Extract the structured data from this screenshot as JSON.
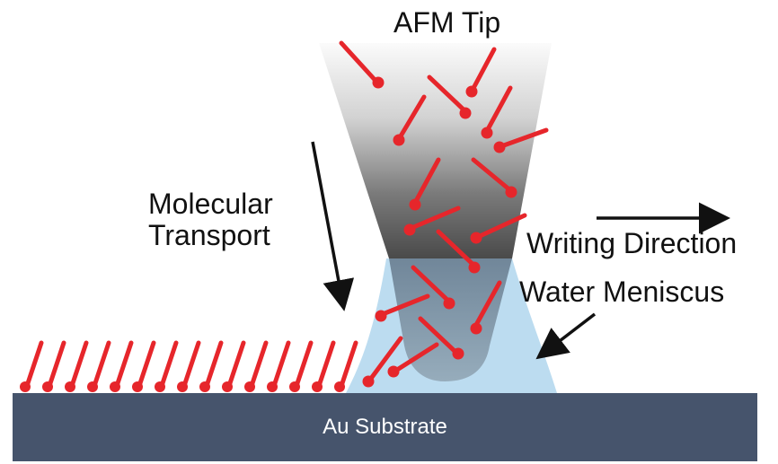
{
  "labels": {
    "afm_tip": "AFM Tip",
    "molecular_transport_line1": "Molecular",
    "molecular_transport_line2": "Transport",
    "writing_direction": "Writing Direction",
    "water_meniscus": "Water Meniscus",
    "substrate": "Au Substrate"
  },
  "colors": {
    "molecule": "#e6262b",
    "substrate": "#46546c",
    "meniscus": "#bcdcf0",
    "tip_top": "#ffffff",
    "tip_bottom": "#4a4a4a",
    "arrow": "#111111"
  }
}
